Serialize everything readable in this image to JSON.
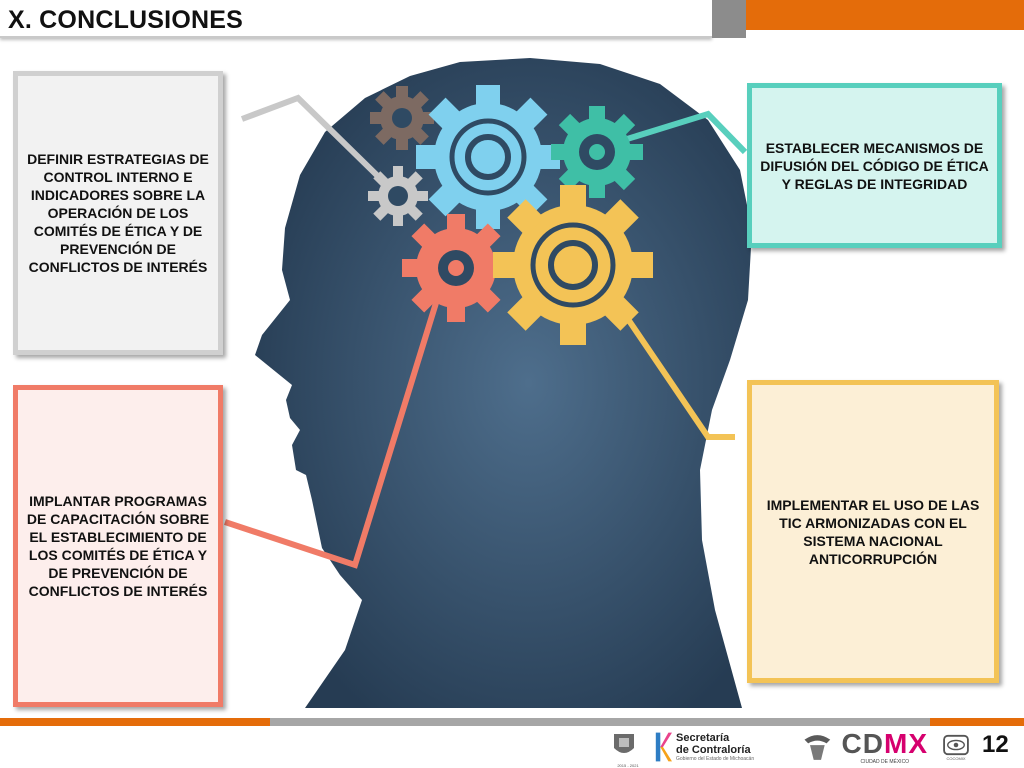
{
  "header": {
    "title": "X. CONCLUSIONES"
  },
  "boxes": {
    "top_left": "DEFINIR ESTRATEGIAS DE CONTROL INTERNO E INDICADORES SOBRE LA OPERACIÓN DE LOS COMITÉS DE ÉTICA Y DE PREVENCIÓN DE CONFLICTOS DE INTERÉS",
    "bottom_left": "IMPLANTAR PROGRAMAS DE CAPACITACIÓN SOBRE EL ESTABLECIMIENTO DE LOS COMITÉS DE ÉTICA Y DE PREVENCIÓN DE CONFLICTOS DE INTERÉS",
    "top_right": "ESTABLECER MECANISMOS DE DIFUSIÓN DEL CÓDIGO DE ÉTICA Y REGLAS DE INTEGRIDAD",
    "bottom_right": "IMPLEMENTAR EL USO DE LAS TIC ARMONIZADAS CON EL SISTEMA NACIONAL ANTICORRUPCIÓN"
  },
  "footer": {
    "seal_years": "2015 - 2021",
    "secretaria_line1": "Secretaría",
    "secretaria_line2": "de Contraloría",
    "secretaria_sub": "Gobierno del Estado de Michoacán",
    "cdmx_left": "CD",
    "cdmx_right": "MX",
    "cdmx_sub": "CIUDAD DE MÉXICO",
    "coconix_sub": "COCOMIX",
    "page_number": "12"
  },
  "colors": {
    "head": "#2f4a63",
    "accent_orange": "#e46c0a",
    "gear_brown": "#7d6a62",
    "gear_blue": "#7fd0ee",
    "gear_teal": "#3fbfa6",
    "gear_gray": "#c8c8c8",
    "gear_coral": "#f07b67",
    "gear_yellow": "#f3c356",
    "cdmx_pink": "#d6006e"
  }
}
